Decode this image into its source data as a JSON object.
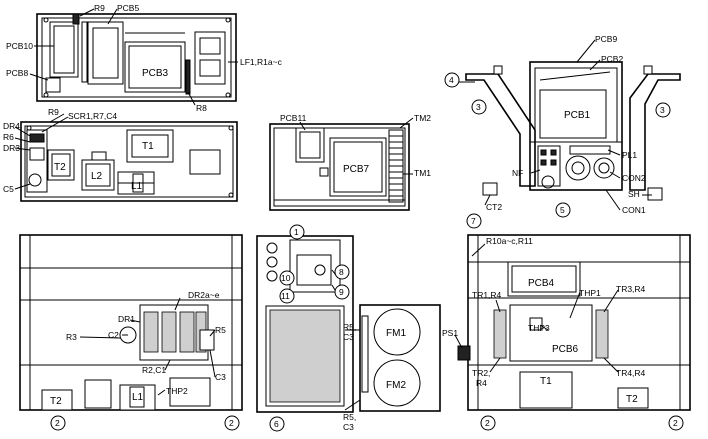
{
  "labels": {
    "r9_top": "R9",
    "pcb5": "PCB5",
    "pcb10": "PCB10",
    "pcb8": "PCB8",
    "pcb3": "PCB3",
    "lf1": "LF1,R1a~c",
    "r8": "R8",
    "r9_bot": "R9",
    "dr4": "DR4",
    "r6": "R6",
    "dr3": "DR3",
    "scr": "SCR1,R7,C4",
    "t1_front": "T1",
    "t2_front": "T2",
    "l2": "L2",
    "l1_front": "L1",
    "c5": "C5",
    "pcb11": "PCB11",
    "tm2": "TM2",
    "pcb7": "PCB7",
    "tm1": "TM1",
    "pcb9": "PCB9",
    "pcb2": "PCB2",
    "pcb1": "PCB1",
    "pl1": "PL1",
    "nf": "NF",
    "con2": "CON2",
    "con1": "CON1",
    "ct2": "CT2",
    "sh": "SH",
    "dr2": "DR2a~e",
    "dr1": "DR1",
    "r3": "R3",
    "c2": "C2",
    "r5_left": "R5",
    "r2c1": "R2,C1",
    "c3_left": "C3",
    "thp2": "THP2",
    "t2_bl": "T2",
    "l1_bl": "L1",
    "r5c3_top": "R5,",
    "r5c3_top2": "C3",
    "r5c3_bot": "R5,",
    "r5c3_bot2": "C3",
    "fm1": "FM1",
    "fm2": "FM2",
    "r10": "R10a~c,R11",
    "pcb4": "PCB4",
    "tr1r4": "TR1,R4",
    "thp1": "THP1",
    "tr3r4": "TR3,R4",
    "ps1": "PS1",
    "thp3": "THP3",
    "pcb6": "PCB6",
    "tr2": "TR2,",
    "tr2r4": "R4",
    "t1_br": "T1",
    "tr4r4": "TR4,R4",
    "t2_br": "T2"
  },
  "callouts": {
    "n1": "1",
    "n2": "2",
    "n3": "3",
    "n4": "4",
    "n5": "5",
    "n6": "6",
    "n7": "7",
    "n8": "8",
    "n9": "9",
    "n10": "10",
    "n11": "11"
  }
}
